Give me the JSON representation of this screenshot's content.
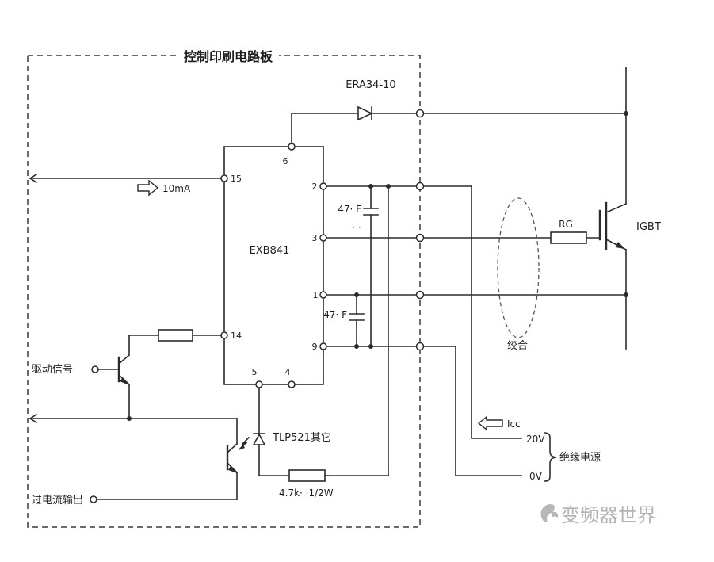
{
  "board": {
    "title": "控制印刷电路板"
  },
  "ic": {
    "name": "EXB841",
    "pins": {
      "p1": "1",
      "p2": "2",
      "p3": "3",
      "p4": "4",
      "p5": "5",
      "p6": "6",
      "p9": "9",
      "p14": "14",
      "p15": "15"
    }
  },
  "components": {
    "top_diode": "ERA34-10",
    "cap_upper": "47· F",
    "cap_upper_marks": "· ·",
    "cap_lower": "47· F",
    "optocoupler": "TLP521其它",
    "bottom_resistor": "4.7k· ·1/2W",
    "gate_resistor": "RG",
    "igbt": "IGBT",
    "twisted_pair": "绞合"
  },
  "signals": {
    "input_current": "10mA",
    "drive_input": "驱动信号",
    "overcurrent_output": "过电流输出",
    "supply_current": "Icc",
    "rail_20v": "20V",
    "rail_0v": "0V",
    "isolated_supply": "绝缘电源"
  },
  "watermark": {
    "brand": "变频器世界",
    "logo_icon": "dove-swoosh-icon"
  },
  "colors": {
    "wire": "#2b2b2b",
    "watermark_gray": "#b3b3b3"
  }
}
